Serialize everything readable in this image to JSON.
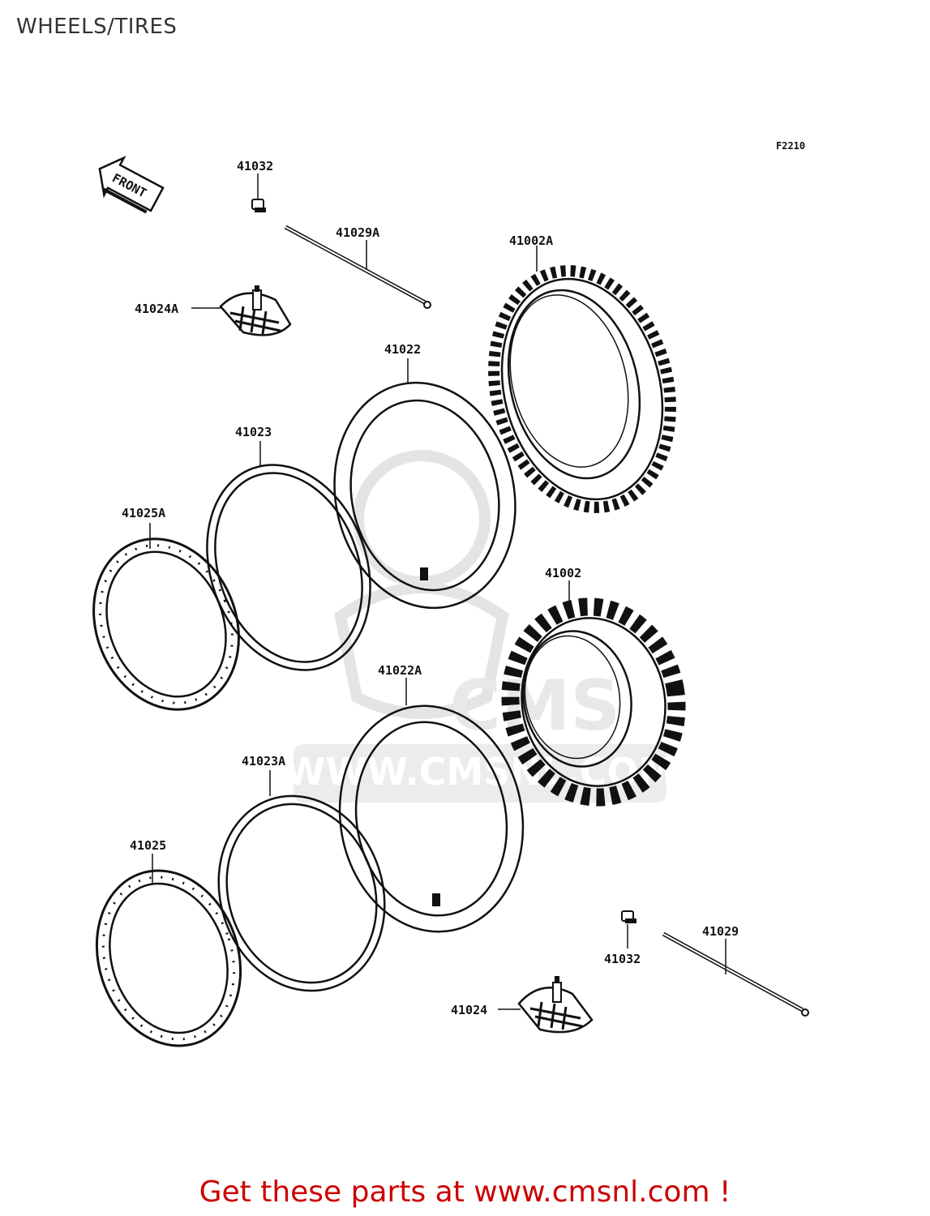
{
  "page": {
    "title": "WHEELS/TIRES"
  },
  "figure_code": "F2210",
  "front_marker": "FRONT",
  "watermark": {
    "logo_text": "CMS",
    "url_text": "WWW.CMSNL.COM"
  },
  "parts": [
    {
      "id": "41032-top",
      "number": "41032"
    },
    {
      "id": "41029A",
      "number": "41029A"
    },
    {
      "id": "41002A",
      "number": "41002A"
    },
    {
      "id": "41024A",
      "number": "41024A"
    },
    {
      "id": "41022",
      "number": "41022"
    },
    {
      "id": "41023",
      "number": "41023"
    },
    {
      "id": "41025A",
      "number": "41025A"
    },
    {
      "id": "41002",
      "number": "41002"
    },
    {
      "id": "41022A",
      "number": "41022A"
    },
    {
      "id": "41023A",
      "number": "41023A"
    },
    {
      "id": "41025",
      "number": "41025"
    },
    {
      "id": "41029",
      "number": "41029"
    },
    {
      "id": "41032-bottom",
      "number": "41032"
    },
    {
      "id": "41024",
      "number": "41024"
    }
  ],
  "cta": {
    "text": "Get these parts at www.cmsnl.com !",
    "color": "#cc0000"
  },
  "colors": {
    "line": "#111111",
    "watermark": "#e6e6e6",
    "cta": "#cc0000"
  }
}
